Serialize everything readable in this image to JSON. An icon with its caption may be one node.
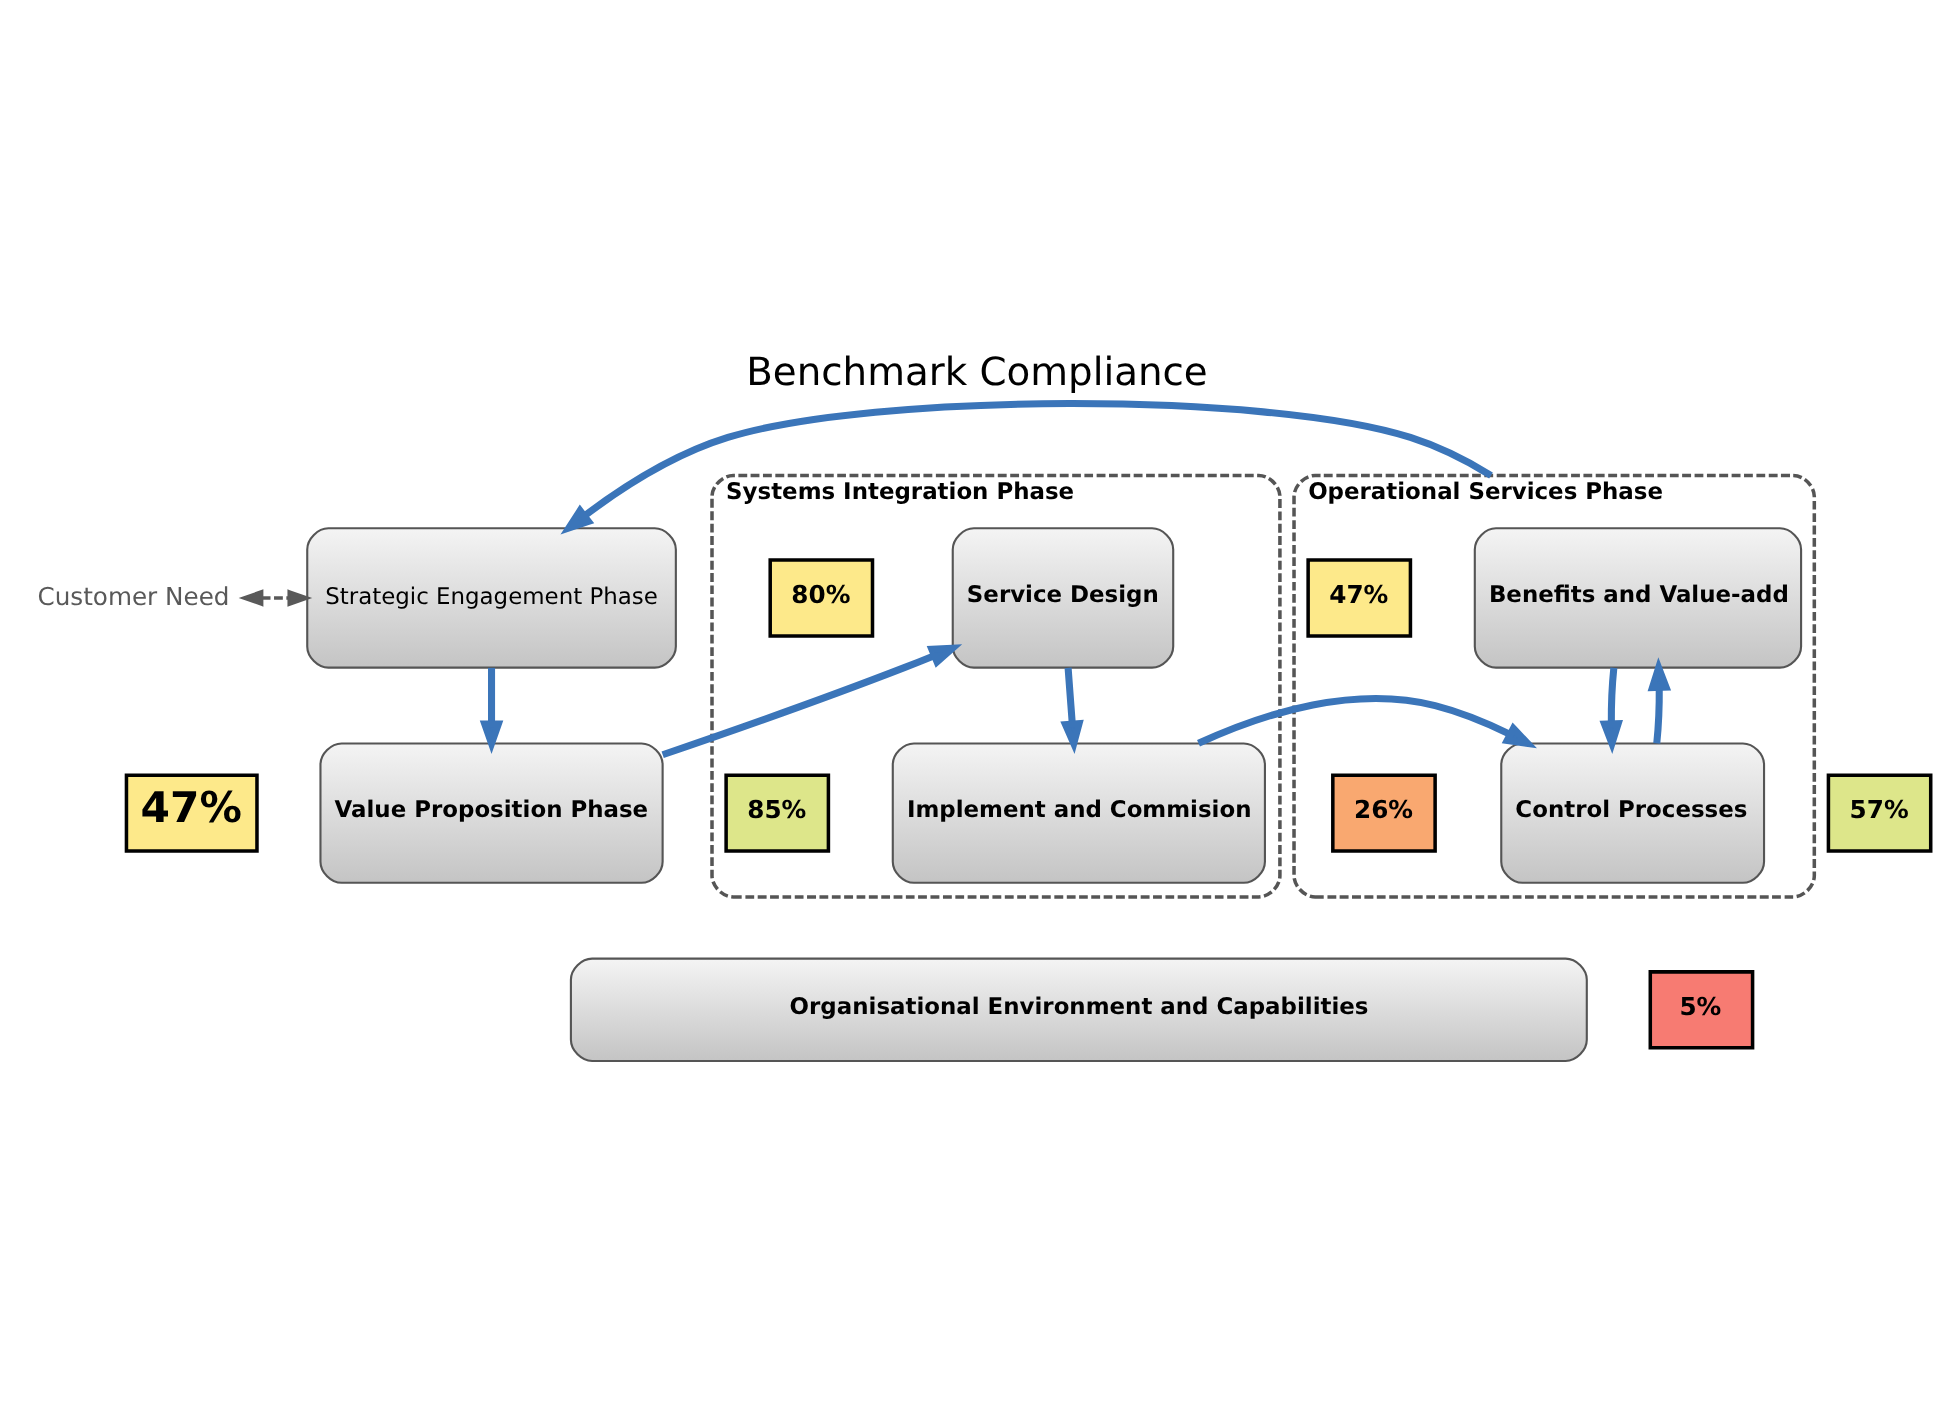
{
  "diagram": {
    "title": "Benchmark Compliance",
    "nodes": [
      {
        "text": [
          "Customer Need"
        ]
      },
      {
        "text": [
          "Strategic Engagement Phase"
        ]
      },
      {
        "text": [
          "Value Proposition Phase"
        ]
      },
      {
        "text": [
          "57%"
        ]
      },
      {
        "text": [
          "47%"
        ]
      },
      {
        "text": [
          "Operational Services Phase"
        ]
      },
      {
        "text": [
          "Benefits and Value-add"
        ],
        "in": 5
      },
      {
        "text": [
          "47%"
        ],
        "in": 5
      },
      {
        "text": [
          "Control Processes"
        ],
        "in": 5
      },
      {
        "text": [
          "26%"
        ],
        "in": 5
      },
      {
        "text": [
          "Systems Integration Phase"
        ]
      },
      {
        "text": [
          "Service Design"
        ],
        "in": 10
      },
      {
        "text": [
          "80%"
        ],
        "in": 10
      },
      {
        "text": [
          "Implement and Commision"
        ],
        "in": 10
      },
      {
        "text": [
          "85%"
        ],
        "in": 10
      },
      {
        "text": [
          "Organisational Environment and Capabilities"
        ]
      },
      {
        "text": [
          "5%"
        ]
      }
    ],
    "edges": [
      {
        "from": 0,
        "to": 1,
        "arrow": "both",
        "style": "dashed",
        "color": "#595959"
      },
      {
        "from": 1,
        "to": 2,
        "arrow": "to"
      },
      {
        "from": 2,
        "to": 11,
        "arrow": "to"
      },
      {
        "from": 11,
        "to": 13,
        "arrow": "to"
      },
      {
        "from": 13,
        "to": 8,
        "arrow": "to"
      },
      {
        "from": 8,
        "to": 6,
        "arrow": "to"
      },
      {
        "from": 6,
        "to": 8,
        "arrow": "to"
      },
      {
        "from": 5,
        "to": 1,
        "arrow": "to"
      }
    ]
  }
}
